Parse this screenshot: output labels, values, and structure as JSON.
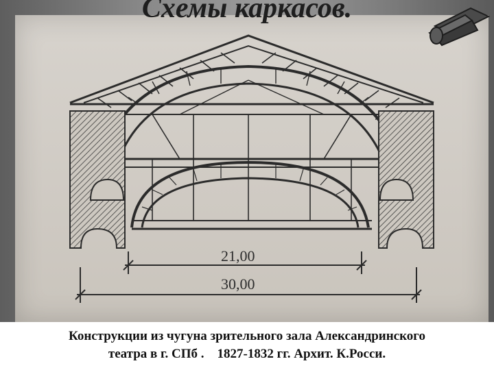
{
  "slide": {
    "title": "Схемы каркасов.",
    "caption_line1": "Конструкции из чугуна зрительного зала Александринского",
    "caption_line2": "театра в г. СПб .    1827-1832 гг. Архит. К.Росси."
  },
  "drawing": {
    "dimension_inner": "21,00",
    "dimension_outer": "30,00"
  },
  "icons": {
    "corner": "rolled-scroll-icon"
  }
}
